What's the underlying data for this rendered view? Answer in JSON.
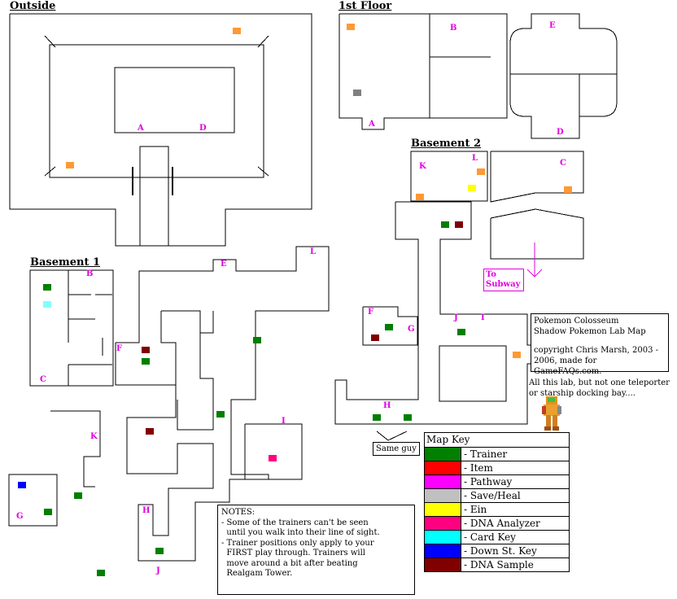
{
  "sections": {
    "outside": "Outside",
    "floor1": "1st Floor",
    "basement1": "Basement 1",
    "basement2": "Basement 2"
  },
  "room_letters": {
    "out_a": "A",
    "out_d": "D",
    "f1_a": "A",
    "f1_b": "B",
    "f1_d": "D",
    "f1_e": "E",
    "b2_k": "K",
    "b2_l": "L",
    "b2_c": "C",
    "b2_f": "F",
    "b2_g": "G",
    "b2_j": "J",
    "b2_i": "I",
    "b2_h": "H",
    "b1_b": "B",
    "b1_c": "C",
    "b1_e": "E",
    "b1_l": "L",
    "b1_f": "F",
    "b1_i": "I",
    "b1_k": "K",
    "b1_g": "G",
    "b1_h": "H",
    "b1_j": "J"
  },
  "subway_label": "To Subway",
  "credit": {
    "line1": "Pokemon Colosseum",
    "line2": "Shadow Pokemon Lab Map",
    "line3": "copyright Chris Marsh, 2003 -",
    "line4": "2006, made for GameFAQs.com."
  },
  "comment": "All this lab, but not one teleporter or starship docking bay....",
  "same_guy": "Same guy",
  "notes": {
    "title": "NOTES:",
    "lines": [
      "- Some of the trainers can't be seen",
      "  until you walk into their line of sight.",
      "- Trainer positions only apply to your",
      "  FIRST play through. Trainers will",
      "  move around a bit after beating",
      "  Realgam Tower."
    ]
  },
  "map_key": {
    "title": "Map Key",
    "items": [
      {
        "label": "- Trainer",
        "color": "#007f00"
      },
      {
        "label": "- Item",
        "color": "#ff0000"
      },
      {
        "label": "- Pathway",
        "color": "#ff00ff"
      },
      {
        "label": "- Save/Heal",
        "color": "#c0c0c0"
      },
      {
        "label": "- Ein",
        "color": "#ffff00"
      },
      {
        "label": "- DNA Analyzer",
        "color": "#ff0080"
      },
      {
        "label": "- Card Key",
        "color": "#00ffff"
      },
      {
        "label": "- Down St. Key",
        "color": "#0000ff"
      },
      {
        "label": "- DNA Sample",
        "color": "#800000"
      }
    ]
  },
  "colors": {
    "trainer": "#007f00",
    "item_orange": "#ff9933",
    "save": "#808080",
    "ein": "#ffff00",
    "dna_analyzer": "#ff0080",
    "card_key": "#80ffff",
    "down_key": "#0000ff",
    "dna_sample": "#800000",
    "pathway": "#e000e0"
  },
  "icons": {
    "samus": "samus-sprite-icon",
    "arrow": "arrow-down-icon"
  }
}
